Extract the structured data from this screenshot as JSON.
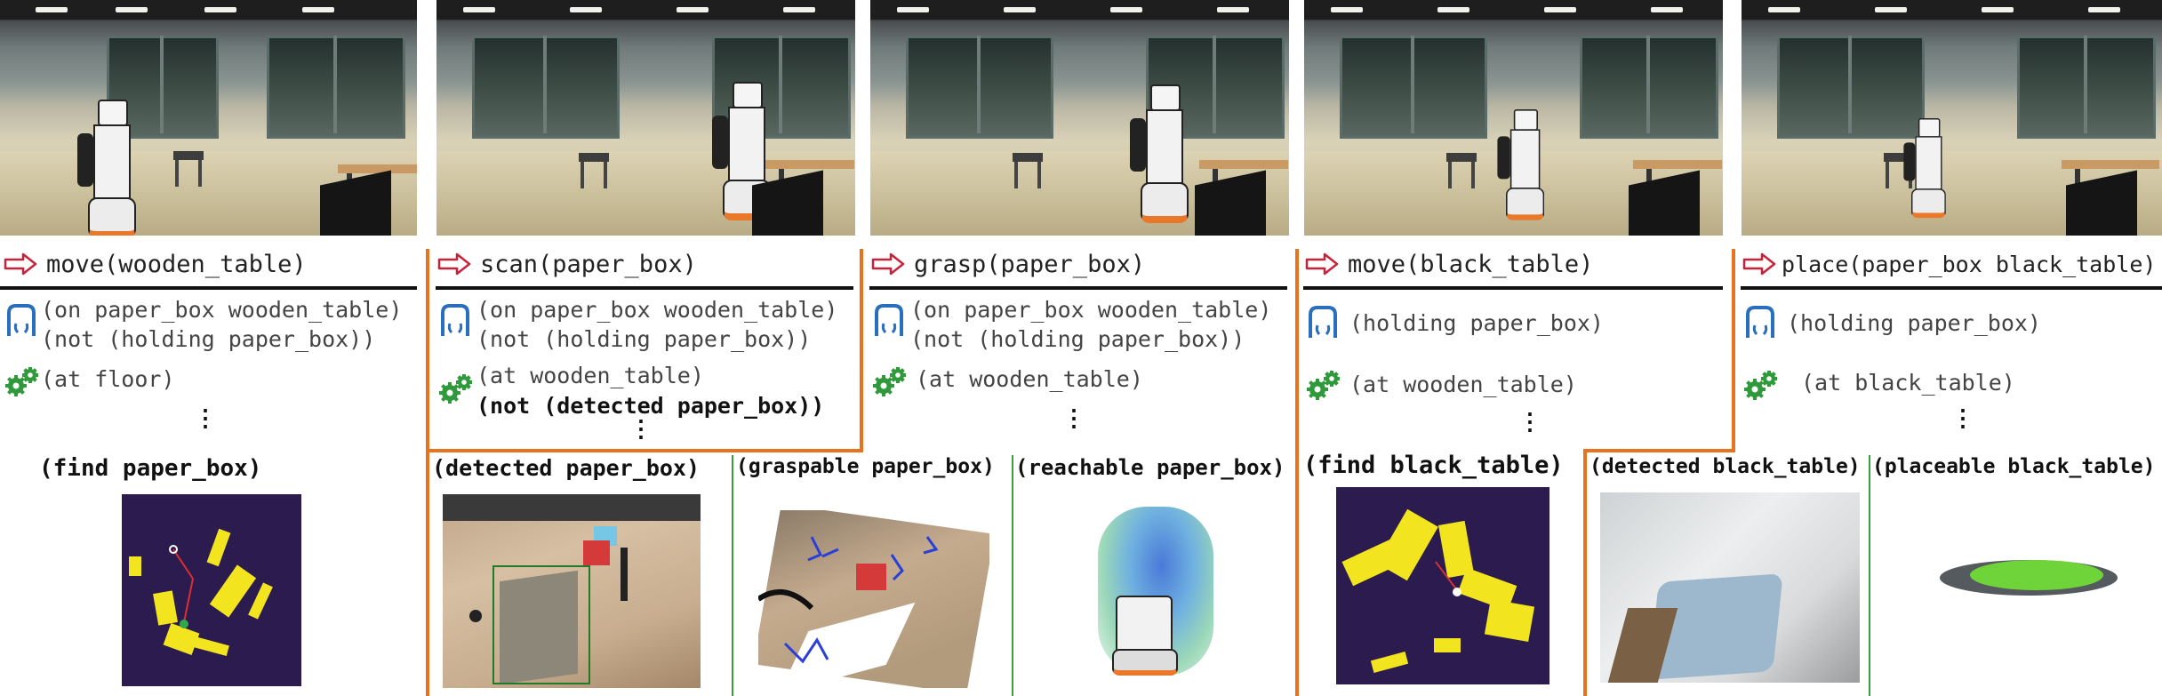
{
  "colors": {
    "arrow": "#c8213a",
    "separator": "#e8731e",
    "precondition_icon": "#2a6fbd",
    "effect_icon": "#2f9a3a",
    "map_background": "#2c1b4f",
    "map_occupancy": "#f2e41f"
  },
  "icons": {
    "action": "right-arrow-icon",
    "precondition": "bracket-loop-icon",
    "state": "gears-icon"
  },
  "steps": [
    {
      "action": "move(wooden_table)",
      "preconditions": [
        "(on paper_box wooden_table)",
        "(not (holding paper_box))"
      ],
      "state": [
        "(at floor)"
      ],
      "ellipsis": "⋮",
      "perception": [
        "(find paper_box)"
      ]
    },
    {
      "action": "scan(paper_box)",
      "preconditions": [
        "(on paper_box wooden_table)",
        "(not (holding paper_box))"
      ],
      "state": [
        "(at wooden_table)",
        "(not (detected paper_box))"
      ],
      "ellipsis": "⋮",
      "perception": [
        "(detected paper_box)",
        "(graspable paper_box)"
      ]
    },
    {
      "action": "grasp(paper_box)",
      "preconditions": [
        "(on paper_box wooden_table)",
        "(not (holding paper_box))"
      ],
      "state": [
        "(at wooden_table)"
      ],
      "ellipsis": "⋮",
      "perception": [
        "(reachable paper_box)"
      ]
    },
    {
      "action": "move(black_table)",
      "preconditions": [
        "(holding paper_box)"
      ],
      "state": [
        "(at wooden_table)"
      ],
      "ellipsis": "⋮",
      "perception": [
        "(find black_table)",
        "(detected black_table)"
      ]
    },
    {
      "action": "place(paper_box black_table)",
      "preconditions": [
        "(holding paper_box)"
      ],
      "state": [
        "(at black_table)"
      ],
      "ellipsis": "⋮",
      "perception": [
        "(placeable black_table)"
      ]
    }
  ]
}
